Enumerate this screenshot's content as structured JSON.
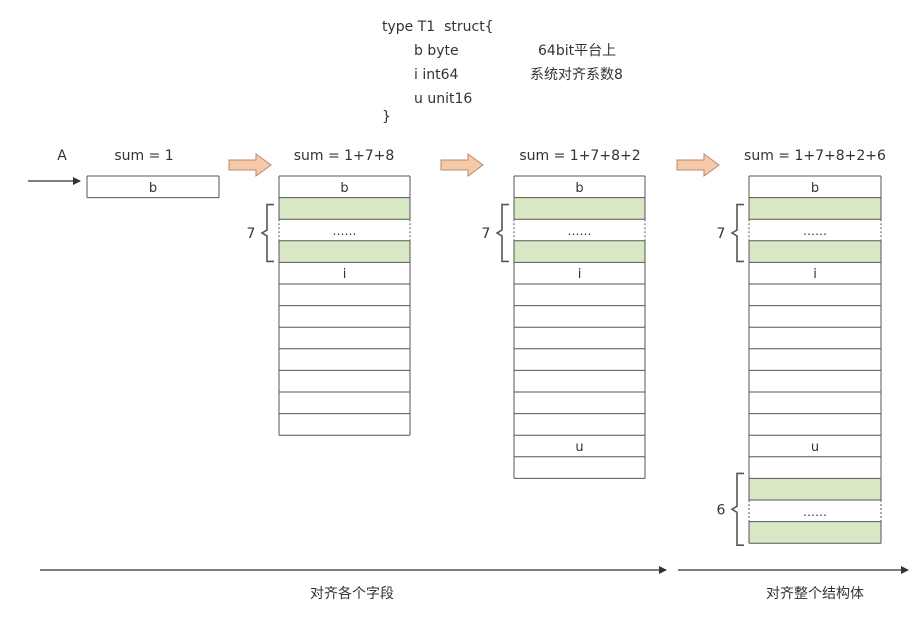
{
  "code": {
    "line1": "type T1  struct{",
    "line2": "b byte",
    "line3": "i int64",
    "line4": "u unit16",
    "line5": "}"
  },
  "note": {
    "line1": "64bit平台上",
    "line2": "系统对齐系数8"
  },
  "pointer_label": "A",
  "stages": [
    {
      "sum_label": "sum = 1",
      "cells": [
        {
          "kind": "field",
          "label": "b"
        }
      ]
    },
    {
      "sum_label": "sum = 1+7+8",
      "pad_label": "7",
      "cells": [
        {
          "kind": "field",
          "label": "b"
        },
        {
          "kind": "pad",
          "label": ""
        },
        {
          "kind": "dotted",
          "label": "……"
        },
        {
          "kind": "pad",
          "label": ""
        },
        {
          "kind": "field",
          "label": "i"
        },
        {
          "kind": "field",
          "label": ""
        },
        {
          "kind": "field",
          "label": ""
        },
        {
          "kind": "field",
          "label": ""
        },
        {
          "kind": "field",
          "label": ""
        },
        {
          "kind": "field",
          "label": ""
        },
        {
          "kind": "field",
          "label": ""
        },
        {
          "kind": "field",
          "label": ""
        }
      ]
    },
    {
      "sum_label": "sum = 1+7+8+2",
      "pad_label": "7",
      "cells": [
        {
          "kind": "field",
          "label": "b"
        },
        {
          "kind": "pad",
          "label": ""
        },
        {
          "kind": "dotted",
          "label": "……"
        },
        {
          "kind": "pad",
          "label": ""
        },
        {
          "kind": "field",
          "label": "i"
        },
        {
          "kind": "field",
          "label": ""
        },
        {
          "kind": "field",
          "label": ""
        },
        {
          "kind": "field",
          "label": ""
        },
        {
          "kind": "field",
          "label": ""
        },
        {
          "kind": "field",
          "label": ""
        },
        {
          "kind": "field",
          "label": ""
        },
        {
          "kind": "field",
          "label": ""
        },
        {
          "kind": "field",
          "label": "u"
        },
        {
          "kind": "field",
          "label": ""
        }
      ]
    },
    {
      "sum_label": "sum = 1+7+8+2+6",
      "pad_label": "7",
      "tail_pad_label": "6",
      "cells": [
        {
          "kind": "field",
          "label": "b"
        },
        {
          "kind": "pad",
          "label": ""
        },
        {
          "kind": "dotted",
          "label": "……"
        },
        {
          "kind": "pad",
          "label": ""
        },
        {
          "kind": "field",
          "label": "i"
        },
        {
          "kind": "field",
          "label": ""
        },
        {
          "kind": "field",
          "label": ""
        },
        {
          "kind": "field",
          "label": ""
        },
        {
          "kind": "field",
          "label": ""
        },
        {
          "kind": "field",
          "label": ""
        },
        {
          "kind": "field",
          "label": ""
        },
        {
          "kind": "field",
          "label": ""
        },
        {
          "kind": "field",
          "label": "u"
        },
        {
          "kind": "field",
          "label": ""
        },
        {
          "kind": "pad",
          "label": ""
        },
        {
          "kind": "dotted",
          "label": "……"
        },
        {
          "kind": "pad",
          "label": ""
        }
      ]
    }
  ],
  "phases": {
    "align_fields": "对齐各个字段",
    "align_struct": "对齐整个结构体"
  },
  "colors": {
    "pad_fill": "#d9e8c4",
    "arrow_fill": "#f6c9a8",
    "arrow_stroke": "#b98a6a",
    "line": "#555555",
    "text": "#333333"
  }
}
